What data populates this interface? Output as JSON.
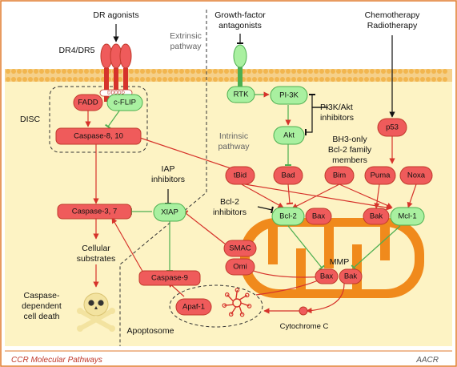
{
  "texts": {
    "dr_agonists": "DR agonists",
    "dr4_dr5": "DR4/DR5",
    "growth_factor_1": "Growth-factor",
    "growth_factor_2": "antagonists",
    "chemo_1": "Chemotherapy",
    "chemo_2": "Radiotherapy",
    "extrinsic_1": "Extrinsic",
    "extrinsic_2": "pathway",
    "intrinsic_1": "Intrinsic",
    "intrinsic_2": "pathway",
    "disc": "DISC",
    "pi3k_inh_1": "PI3K/Akt",
    "pi3k_inh_2": "inhibitors",
    "bh3_1": "BH3-only",
    "bh3_2": "Bcl-2 family",
    "bh3_3": "members",
    "iap_1": "IAP",
    "iap_2": "inhibitors",
    "bcl2_inh_1": "Bcl-2",
    "bcl2_inh_2": "inhibitors",
    "cellular_1": "Cellular",
    "cellular_2": "substrates",
    "death_1": "Caspase-",
    "death_2": "dependent",
    "death_3": "cell death",
    "mmp": "MMP",
    "apoptosome": "Apoptosome",
    "cytochrome": "Cytochrome C",
    "footer_left": "CCR Molecular Pathways",
    "footer_right": "AACR"
  },
  "nodes": {
    "fadd": "FADD",
    "cflip": "c-FLIP",
    "caspase810": "Caspase-8, 10",
    "rtk": "RTK",
    "pi3k": "PI-3K",
    "akt": "Akt",
    "p53": "p53",
    "tbid": "tBid",
    "bad": "Bad",
    "bim": "Bim",
    "puma": "Puma",
    "noxa": "Noxa",
    "xiap": "XIAP",
    "caspase37": "Caspase-3, 7",
    "bcl2": "Bcl-2",
    "bax_top": "Bax",
    "bak_top": "Bak",
    "mcl1": "Mcl-1",
    "smac": "SMAC",
    "omi": "Omi",
    "bax_mito": "Bax",
    "bak_mito": "Bak",
    "caspase9": "Caspase-9",
    "apaf1": "Apaf-1"
  },
  "colors": {
    "pro_apoptotic": "#ef5b5b",
    "anti_apoptotic": "#a9f0a0",
    "mitochondrion": "#f08a1c",
    "cell_interior": "#fdf3c4",
    "membrane": "#f2c26b",
    "arrow": "#d6332b",
    "inhibit_green": "#4caf50"
  }
}
